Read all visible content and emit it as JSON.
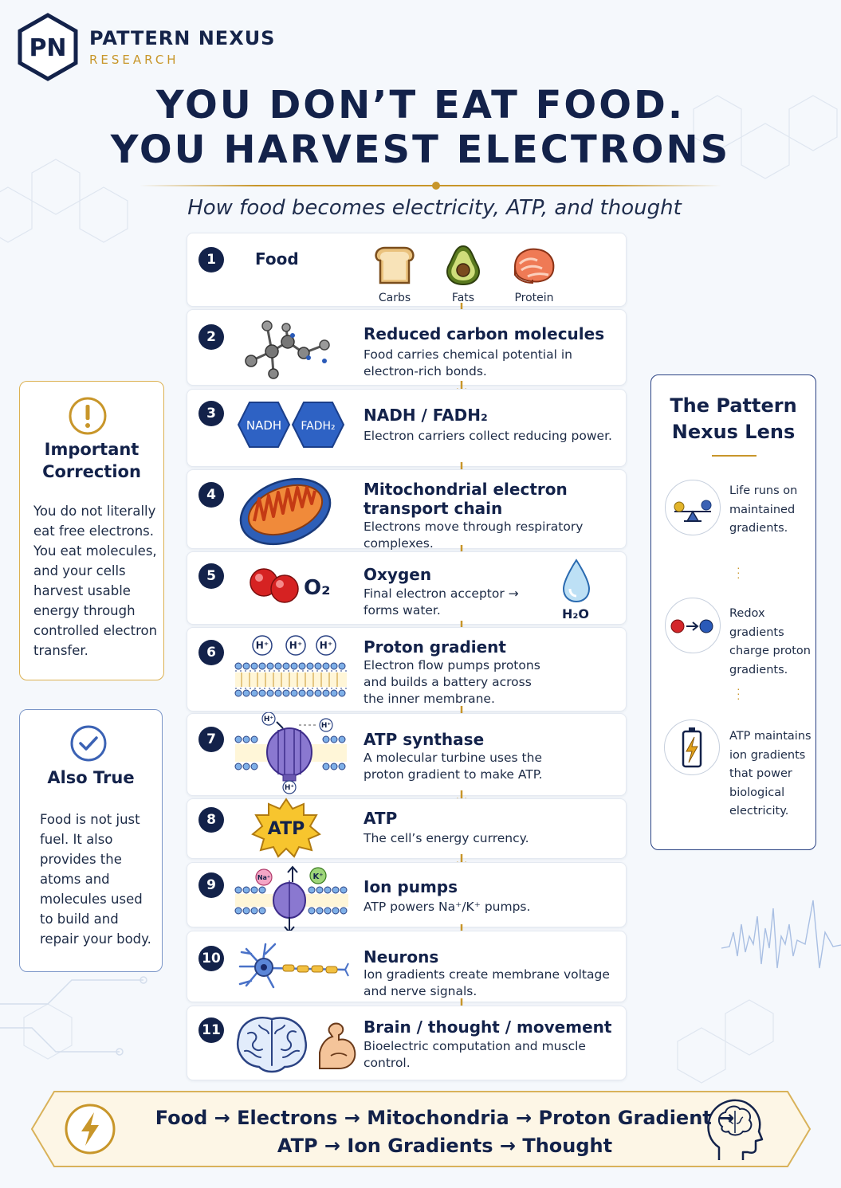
{
  "brand": {
    "name": "PATTERN NEXUS",
    "sub": "RESEARCH",
    "mark": "PN"
  },
  "header": {
    "title_line1": "YOU DON’T EAT FOOD.",
    "title_line2": "YOU HARVEST ELECTRONS",
    "subtitle": "How food becomes electricity, ATP, and thought"
  },
  "steps": [
    {
      "num": "1",
      "title": "Food",
      "foods": [
        "Carbs",
        "Fats",
        "Protein"
      ]
    },
    {
      "num": "2",
      "title": "Reduced carbon molecules",
      "desc": "Food carries chemical potential in electron-rich bonds."
    },
    {
      "num": "3",
      "title": "NADH / FADH₂",
      "desc": "Electron carriers collect reducing power.",
      "badges": [
        "NADH",
        "FADH₂"
      ]
    },
    {
      "num": "4",
      "title_l1": "Mitochondrial electron",
      "title_l2": "transport chain",
      "desc": "Electrons move through respiratory complexes."
    },
    {
      "num": "5",
      "title": "Oxygen",
      "desc": "Final electron acceptor  →  forms water.",
      "o2": "O₂",
      "h2o": "H₂O"
    },
    {
      "num": "6",
      "title": "Proton gradient",
      "desc": "Electron flow pumps protons and builds a battery across the inner membrane.",
      "ion": "H⁺"
    },
    {
      "num": "7",
      "title": "ATP synthase",
      "desc": "A molecular turbine uses the proton gradient to make ATP.",
      "ion": "H⁺"
    },
    {
      "num": "8",
      "title": "ATP",
      "desc": "The cell’s energy currency.",
      "badge": "ATP"
    },
    {
      "num": "9",
      "title": "Ion pumps",
      "desc": "ATP powers Na⁺/K⁺ pumps.",
      "na": "Na⁺",
      "k": "K⁺"
    },
    {
      "num": "10",
      "title": "Neurons",
      "desc": "Ion gradients create membrane voltage and nerve signals."
    },
    {
      "num": "11",
      "title": "Brain / thought / movement",
      "desc": "Bioelectric computation and muscle control."
    }
  ],
  "correction": {
    "icon": "exclamation-icon",
    "title_l1": "Important",
    "title_l2": "Correction",
    "lines": [
      "You do not literally",
      "eat free electrons.",
      "You eat molecules,",
      "and your cells",
      "harvest usable",
      "energy through",
      "controlled electron",
      "transfer."
    ]
  },
  "also_true": {
    "icon": "check-icon",
    "title": "Also True",
    "lines": [
      "Food is not just",
      "fuel. It also",
      "provides the",
      "atoms and",
      "molecules used",
      "to build and",
      "repair your body."
    ]
  },
  "lens": {
    "title_l1": "The Pattern",
    "title_l2": "Nexus Lens",
    "items": [
      {
        "icon": "balance-scale-icon",
        "lines": [
          "Life runs on",
          "maintained",
          "gradients."
        ]
      },
      {
        "icon": "redox-arrow-icon",
        "lines": [
          "Redox gradients",
          "charge proton",
          "gradients."
        ]
      },
      {
        "icon": "battery-icon",
        "lines": [
          "ATP maintains",
          "ion gradients",
          "that power",
          "biological",
          "electricity."
        ]
      }
    ]
  },
  "footer": {
    "line1": "Food → Electrons → Mitochondria → Proton Gradient →",
    "line2": "ATP → Ion Gradients → Thought"
  },
  "colors": {
    "navy": "#13224a",
    "gold": "#c8962a",
    "blue": "#2a5ab8",
    "red": "#d3262a"
  }
}
